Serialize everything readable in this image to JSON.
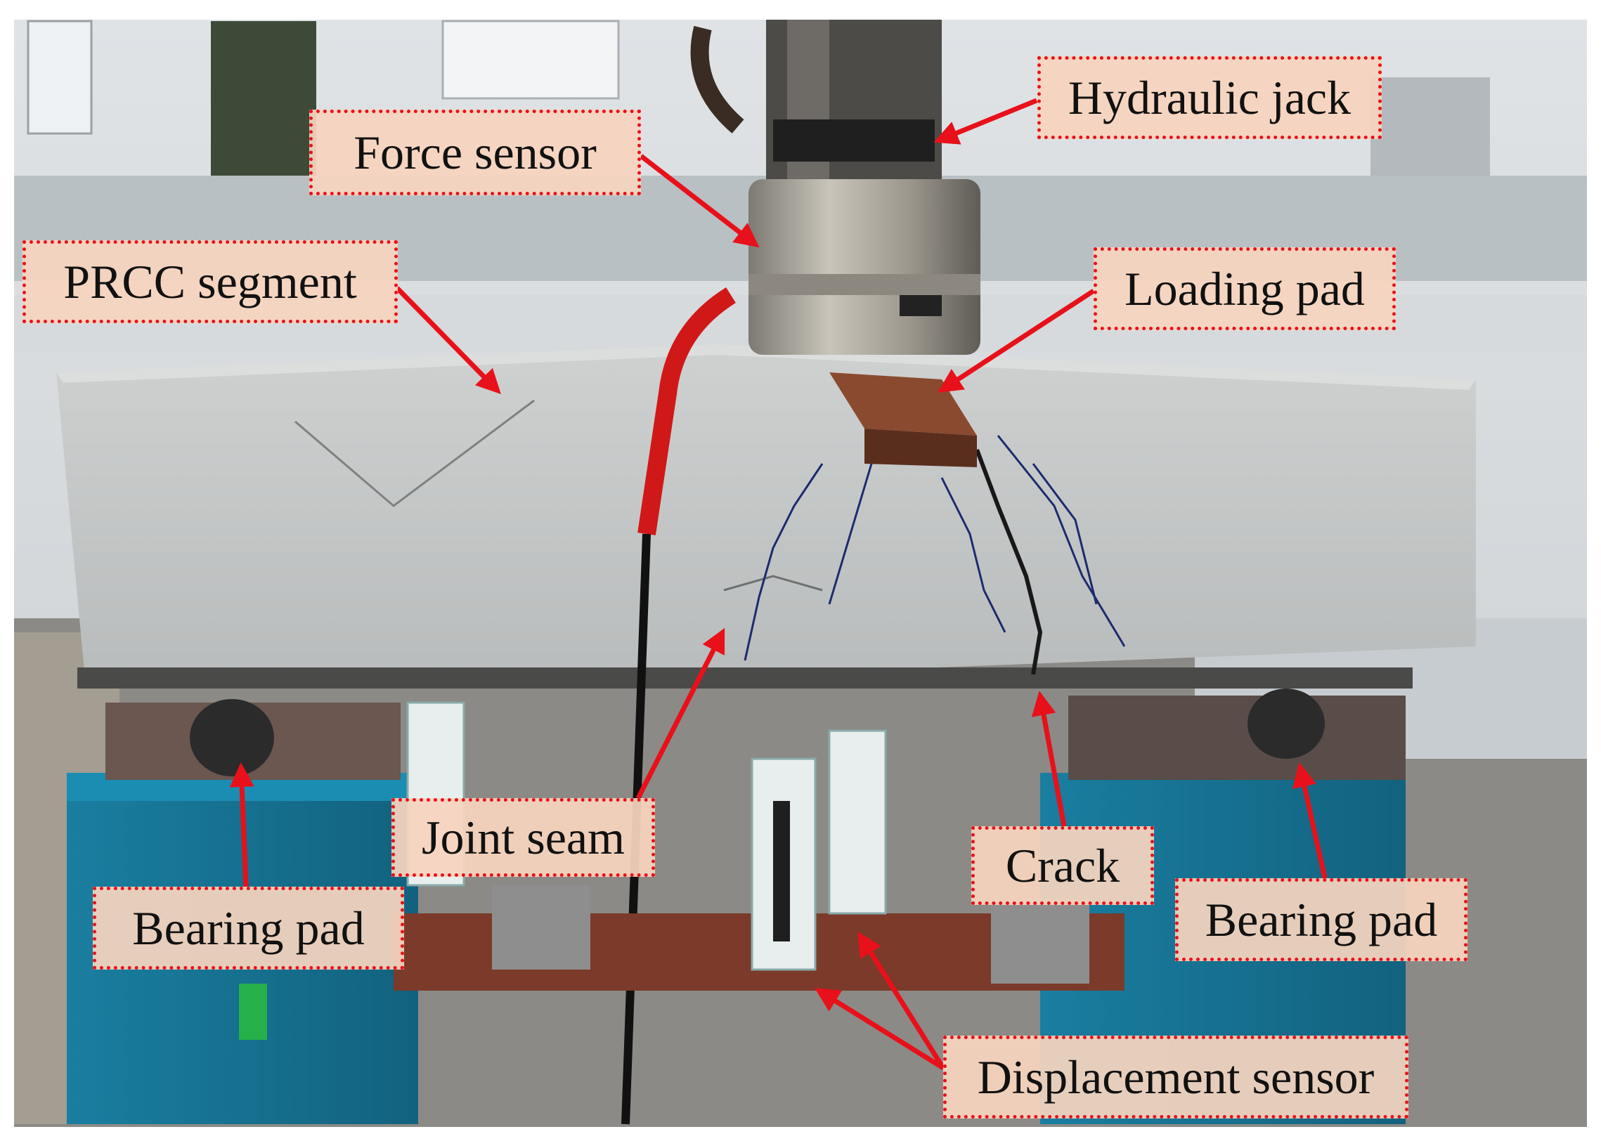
{
  "photo": {
    "subject": "test setup photograph",
    "annotation_color": "#e8101a"
  },
  "labels": {
    "hydraulic_jack": "Hydraulic jack",
    "force_sensor": "Force sensor",
    "prcc_segment": "PRCC segment",
    "loading_pad": "Loading pad",
    "joint_seam": "Joint seam",
    "crack": "Crack",
    "bearing_pad_left": "Bearing pad",
    "bearing_pad_right": "Bearing pad",
    "displacement_sensor": "Displacement sensor"
  }
}
